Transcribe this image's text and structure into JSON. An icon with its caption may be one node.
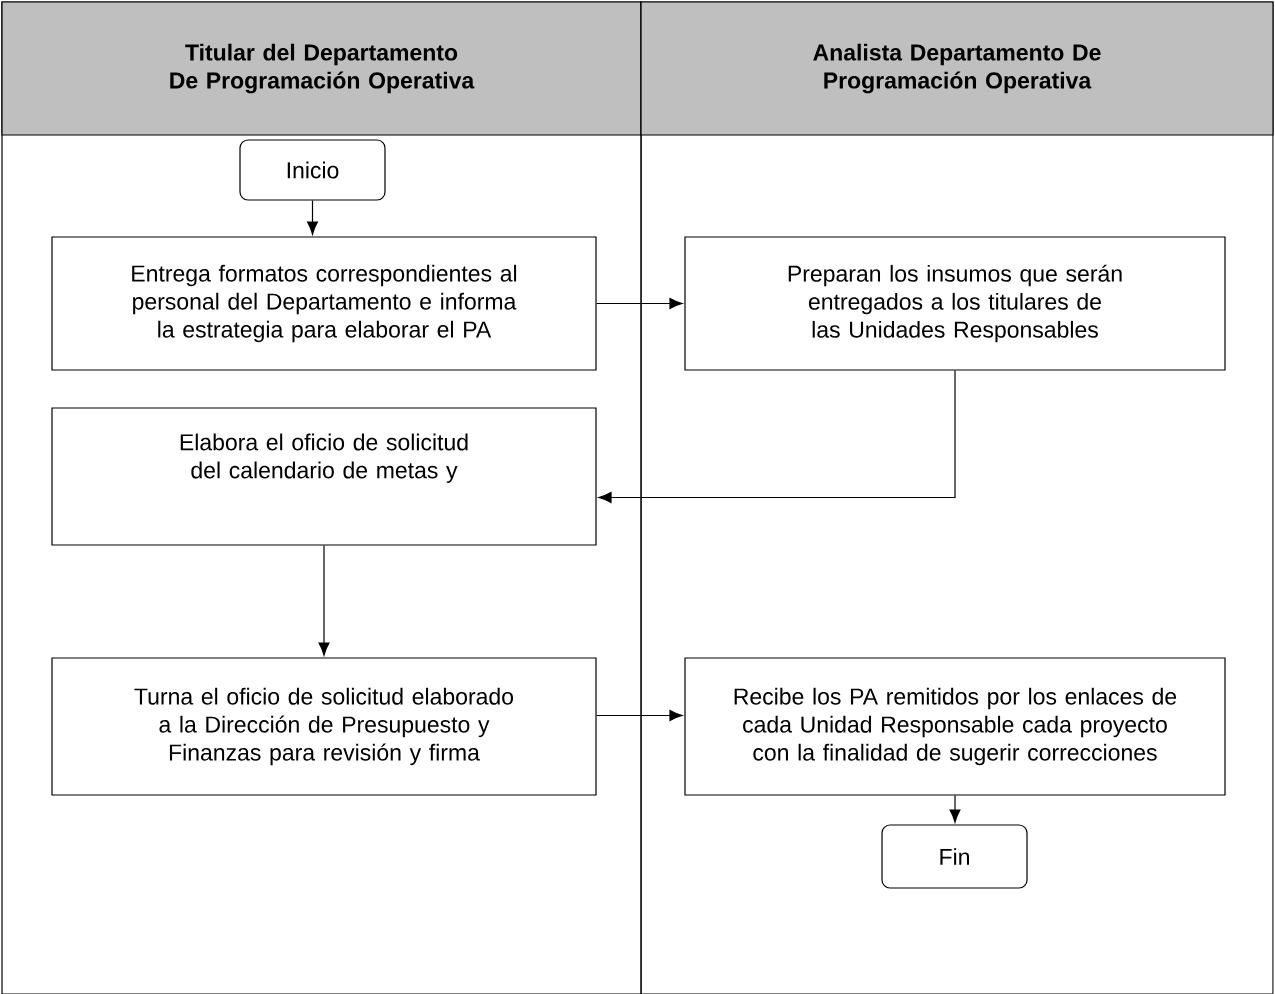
{
  "diagram": {
    "nodes": [
      {
        "text": [
          "Titular del  Departamento De Programación Operativa"
        ]
      },
      {
        "text": [
          "Analista Departamento De Programación Operativa"
        ]
      },
      {
        "text": [
          "Inicio"
        ],
        "in": 0
      },
      {
        "text": [
          "Entrega formatos correspondientes al personal del Departamento e informa la estrategia para elaborar el PA"
        ],
        "in": 0
      },
      {
        "text": [
          "Preparan los insumos que serán entregados a los titulares de las Unidades Responsables"
        ],
        "in": 1
      },
      {
        "text": [
          "Elabora el oficio de solicitud del calendario de metas y"
        ],
        "in": 0
      },
      {
        "text": [
          "Turna el oficio de solicitud elaborado a la Dirección de Presupuesto y Finanzas para revisión y firma"
        ],
        "in": 0
      },
      {
        "text": [
          "Recibe los PA remitidos por los enlaces de cada Unidad Responsable cada proyecto con la finalidad de sugerir correcciones"
        ],
        "in": 1
      },
      {
        "text": [
          "Fin"
        ],
        "in": 1
      }
    ],
    "edges": [
      {
        "from": 2,
        "to": 3,
        "arrow": "to"
      },
      {
        "from": 3,
        "to": 4,
        "arrow": "to"
      },
      {
        "from": 4,
        "to": 5,
        "arrow": "to"
      },
      {
        "from": 5,
        "to": 6,
        "arrow": "to"
      },
      {
        "from": 6,
        "to": 7,
        "arrow": "to"
      },
      {
        "from": 7,
        "to": 8,
        "arrow": "to"
      }
    ]
  }
}
